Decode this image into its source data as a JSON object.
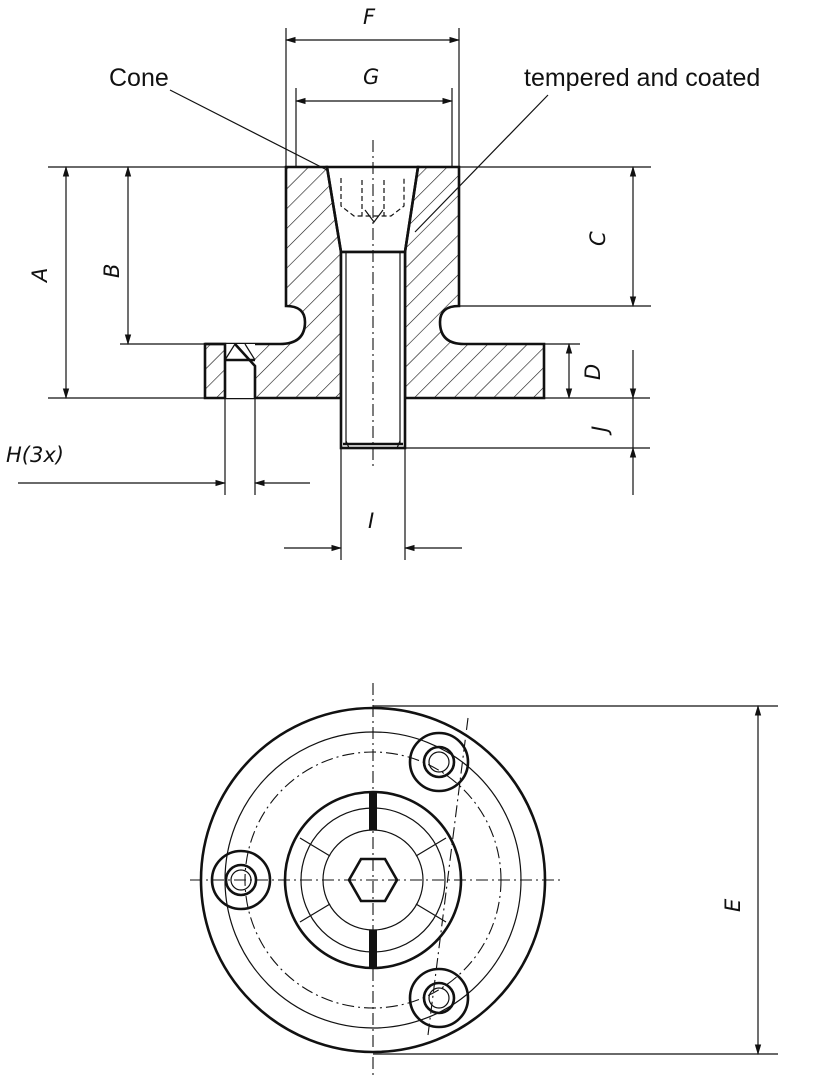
{
  "notes": {
    "cone": "Cone",
    "tempered": "tempered and coated"
  },
  "dimensions": {
    "A": "A",
    "B": "B",
    "C": "C",
    "D": "D",
    "E": "E",
    "F": "F",
    "G": "G",
    "H": "H(3x)",
    "I": "I",
    "J": "J"
  },
  "icons": {
    "arrow": "arrow-icon",
    "hex_socket": "hex-socket-icon"
  }
}
